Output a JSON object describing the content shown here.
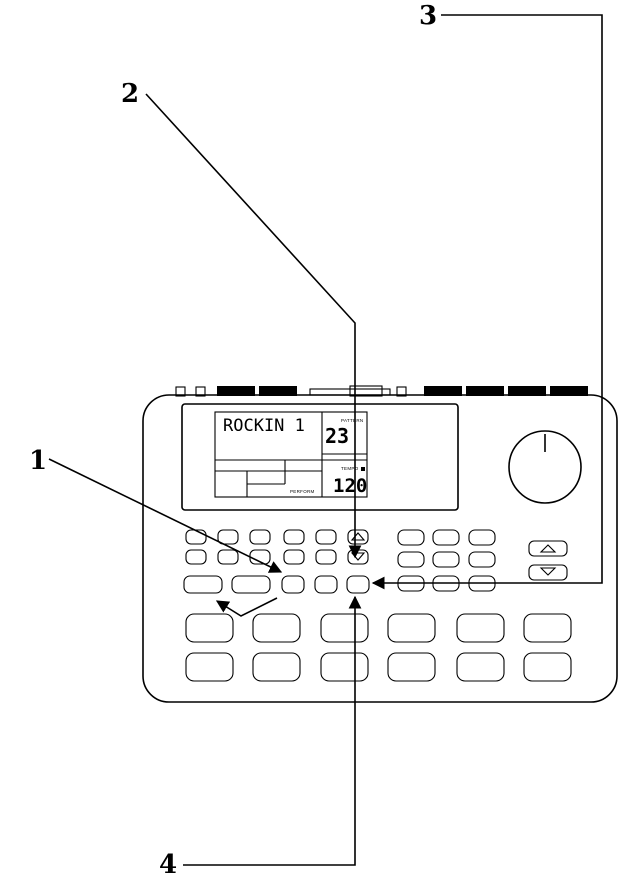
{
  "callouts": [
    "1",
    "2",
    "3",
    "4"
  ],
  "lcd": {
    "pattern_name": "ROCKIN 1",
    "pattern_label": "PATTERN",
    "pattern_number": "23",
    "tempo_label": "TEMPO",
    "tempo_value": "120",
    "mode_label": "PERFORM"
  }
}
